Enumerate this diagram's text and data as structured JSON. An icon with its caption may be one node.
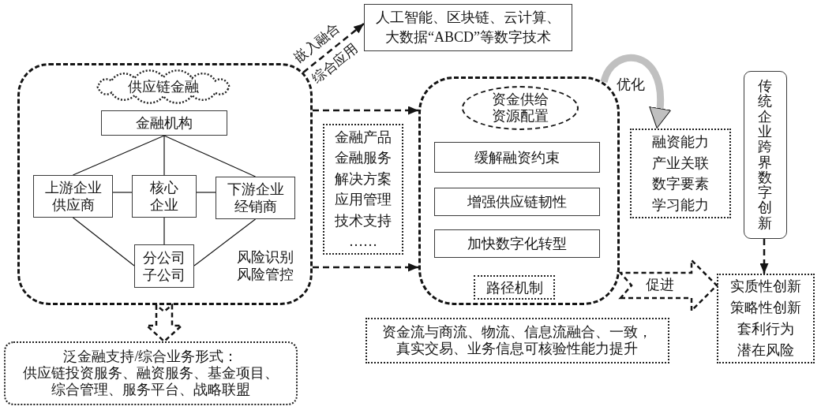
{
  "diagram": {
    "nodes": [
      {
        "text": [
          "风险识别",
          "风险管控"
        ]
      },
      {
        "text": [
          "供应链金融"
        ],
        "in": 0
      },
      {
        "text": [
          "金融机构"
        ],
        "in": 0
      },
      {
        "text": [
          "上游企业",
          "供应商"
        ],
        "in": 0
      },
      {
        "text": [
          "核心企业"
        ],
        "in": 0
      },
      {
        "text": [
          "下游企业",
          "经销商"
        ],
        "in": 0
      },
      {
        "text": [
          "分公司",
          "子公司"
        ],
        "in": 0
      },
      {
        "text": [
          "人工智能、区块链、云计算、大数据“ABCD”等数字技术"
        ]
      },
      {
        "text": [
          "金融产品",
          "金融服务",
          "解决方案",
          "应用管理",
          "技术支持",
          "……"
        ]
      },
      {
        "text": [],
        "shape": "box"
      },
      {
        "text": [
          "资金供给",
          "资源配置"
        ],
        "in": 9
      },
      {
        "text": [
          "缓解融资约束"
        ],
        "in": 9
      },
      {
        "text": [
          "增强供应链韧性"
        ],
        "in": 9
      },
      {
        "text": [
          "加快数字化转型"
        ],
        "in": 9
      },
      {
        "text": [
          "路径机制"
        ],
        "in": 9
      },
      {
        "text": [
          "融资能力",
          "产业关联",
          "数字要素",
          "学习能力"
        ]
      },
      {
        "text": [
          "传统企业跨界数字创新"
        ]
      },
      {
        "text": [
          "实质性创新",
          "策略性创新",
          "套利行为",
          "潜在风险"
        ]
      },
      {
        "text": [
          "泛金融支持/综合业务形式：",
          "供应链投资服务、融资服务、基金项目、综合管理、服务平台、战略联盟"
        ]
      },
      {
        "text": [
          "资金流与商流、物流、信息流融合、一致，真实交易、业务信息可核验性能力提升"
        ]
      }
    ],
    "edges": [
      {
        "from": 0,
        "to": 7,
        "arrow": "to",
        "style": "dashed",
        "label": "嵌入融合"
      },
      {
        "from": 0,
        "to": 9,
        "arrow": "to",
        "style": "dashed"
      },
      {
        "from": 0,
        "to": 9,
        "arrow": "to",
        "style": "dashed"
      },
      {
        "from": 0,
        "to": 18,
        "arrow": "to",
        "style": "dashed"
      },
      {
        "from": 9,
        "to": 15,
        "arrow": "to",
        "label": "优化",
        "style": "thick",
        "color": "#c0c0c0"
      },
      {
        "from": 9,
        "to": 17,
        "arrow": "to",
        "style": "dashed",
        "label": "促进"
      },
      {
        "from": 16,
        "to": 17,
        "arrow": "to",
        "style": "dashed"
      },
      {
        "from": 2,
        "to": 3,
        "arrow": "none"
      },
      {
        "from": 2,
        "to": 4,
        "arrow": "none"
      },
      {
        "from": 2,
        "to": 5,
        "arrow": "none"
      },
      {
        "from": 3,
        "to": 4,
        "arrow": "none"
      },
      {
        "from": 4,
        "to": 5,
        "arrow": "none"
      },
      {
        "from": 3,
        "to": 6,
        "arrow": "none"
      },
      {
        "from": 4,
        "to": 6,
        "arrow": "none"
      },
      {
        "from": 5,
        "to": 6,
        "arrow": "none"
      }
    ],
    "labels": [
      "综合应用"
    ]
  }
}
